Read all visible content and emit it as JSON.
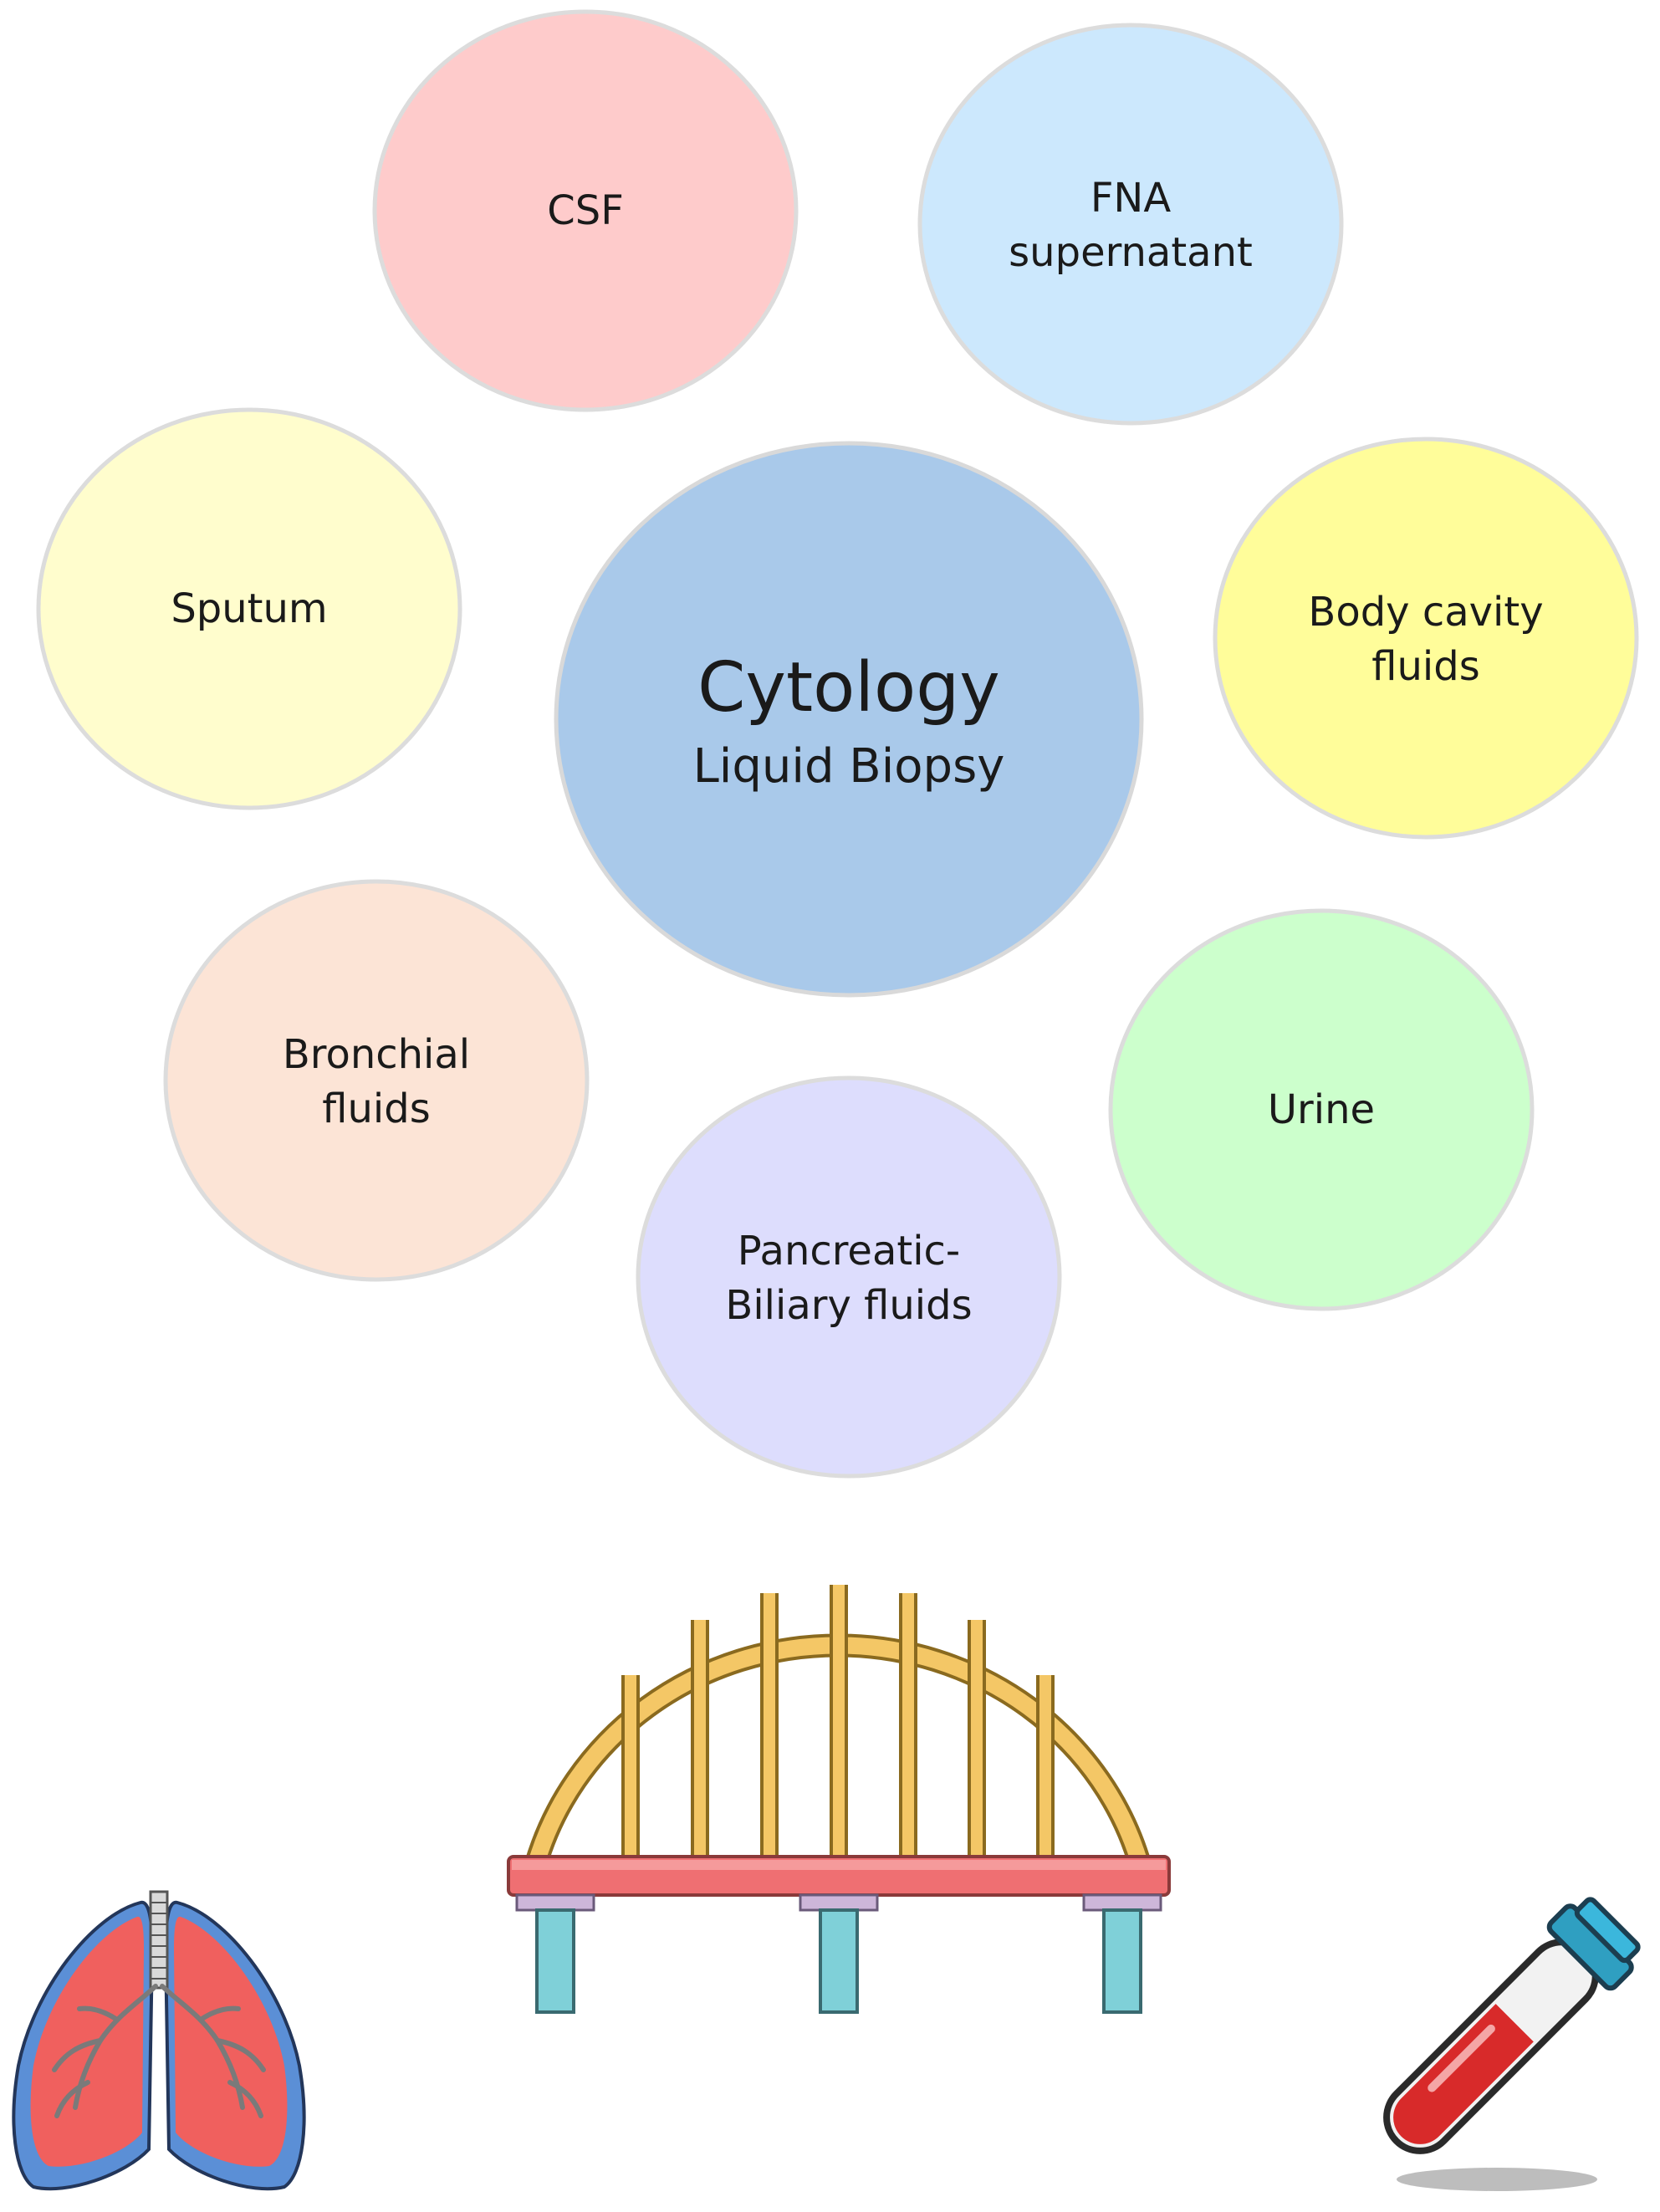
{
  "center": {
    "title": "Cytology",
    "subtitle": "Liquid Biopsy",
    "fill": "#a9c9ea"
  },
  "bubbles": [
    {
      "id": "csf",
      "lines": [
        "CSF"
      ],
      "fill": "#fecbcb"
    },
    {
      "id": "fna-supernatant",
      "lines": [
        "FNA",
        "supernatant"
      ],
      "fill": "#cce8fd"
    },
    {
      "id": "sputum",
      "lines": [
        "Sputum"
      ],
      "fill": "#fffdcd"
    },
    {
      "id": "body-cavity-fluids",
      "lines": [
        "Body cavity",
        "fluids"
      ],
      "fill": "#fffd9a"
    },
    {
      "id": "bronchial-fluids",
      "lines": [
        "Bronchial",
        "fluids"
      ],
      "fill": "#fce4d6"
    },
    {
      "id": "urine",
      "lines": [
        "Urine"
      ],
      "fill": "#ccffcc"
    },
    {
      "id": "pancreatic-biliary-fluids",
      "lines": [
        "Pancreatic-",
        "Biliary fluids"
      ],
      "fill": "#ddddfd"
    }
  ],
  "icons": [
    "bridge-icon",
    "lungs-icon",
    "test-tube-icon"
  ]
}
